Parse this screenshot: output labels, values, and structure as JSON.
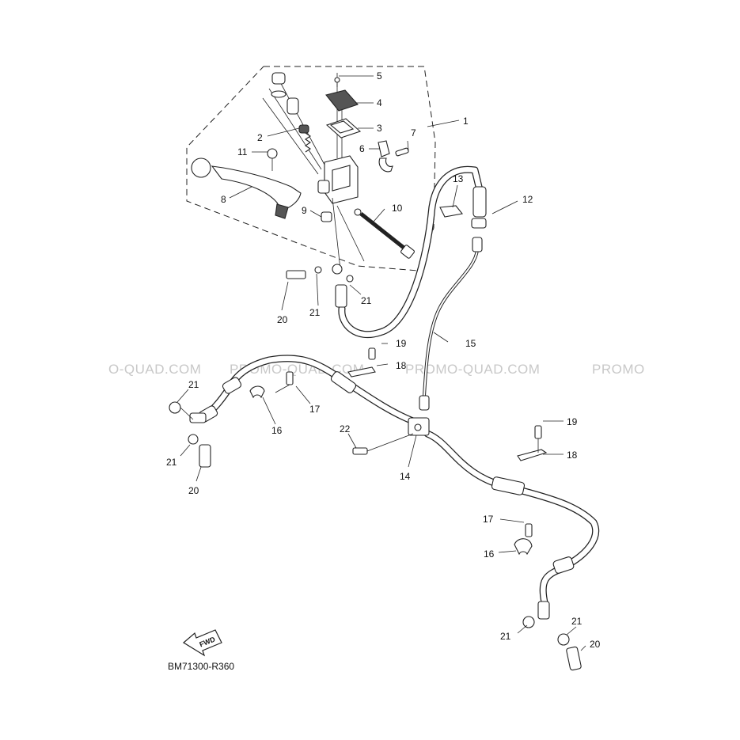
{
  "diagram": {
    "part_code": "BM71300-R360",
    "fwd_label": "FWD",
    "watermark": [
      "O-QUAD.COM",
      "PROMO-QUAD.COM",
      "PROMO-QUAD.COM",
      "PROMO"
    ],
    "callouts": [
      "1",
      "2",
      "3",
      "4",
      "5",
      "6",
      "7",
      "8",
      "9",
      "10",
      "11",
      "12",
      "13",
      "14",
      "15",
      "16",
      "16",
      "17",
      "17",
      "18",
      "18",
      "19",
      "19",
      "20",
      "20",
      "20",
      "21",
      "21",
      "21",
      "21",
      "21",
      "21",
      "22"
    ]
  }
}
